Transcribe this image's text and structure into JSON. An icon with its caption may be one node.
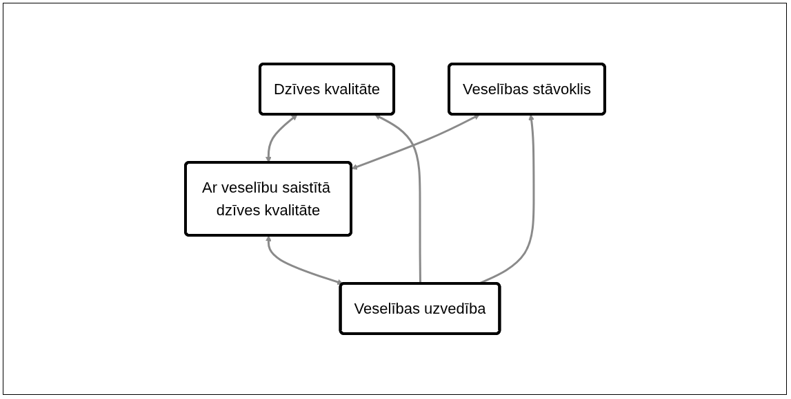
{
  "diagram": {
    "nodes": [
      {
        "text": [
          "Dzīves kvalitāte"
        ]
      },
      {
        "text": [
          "Veselības stāvoklis"
        ]
      },
      {
        "text": [
          "Ar veselību saistītā dzīves kvalitāte"
        ]
      },
      {
        "text": [
          "Veselības uzvedība"
        ]
      }
    ],
    "edges": [
      {
        "from": 2,
        "to": 0,
        "arrow": "both"
      },
      {
        "from": 2,
        "to": 1,
        "arrow": "both"
      },
      {
        "from": 3,
        "to": 2,
        "arrow": "both"
      },
      {
        "from": 3,
        "to": 0,
        "arrow": "to"
      },
      {
        "from": 3,
        "to": 1,
        "arrow": "to"
      }
    ]
  }
}
